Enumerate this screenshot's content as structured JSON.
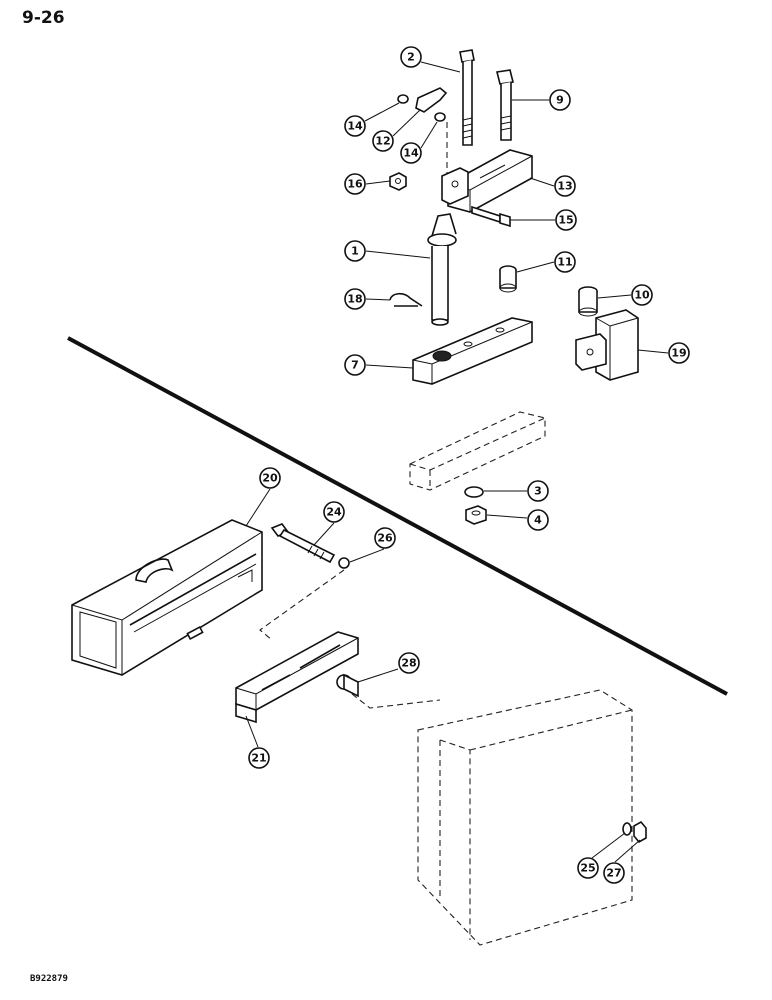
{
  "page": {
    "number": "9-26",
    "figure_code": "B922879"
  },
  "callouts": [
    "2",
    "9",
    "14",
    "12",
    "14",
    "16",
    "13",
    "15",
    "1",
    "11",
    "10",
    "18",
    "19",
    "7",
    "20",
    "24",
    "26",
    "3",
    "4",
    "28",
    "21",
    "25",
    "27"
  ],
  "colors": {
    "ink": "#111111",
    "background": "#ffffff"
  }
}
